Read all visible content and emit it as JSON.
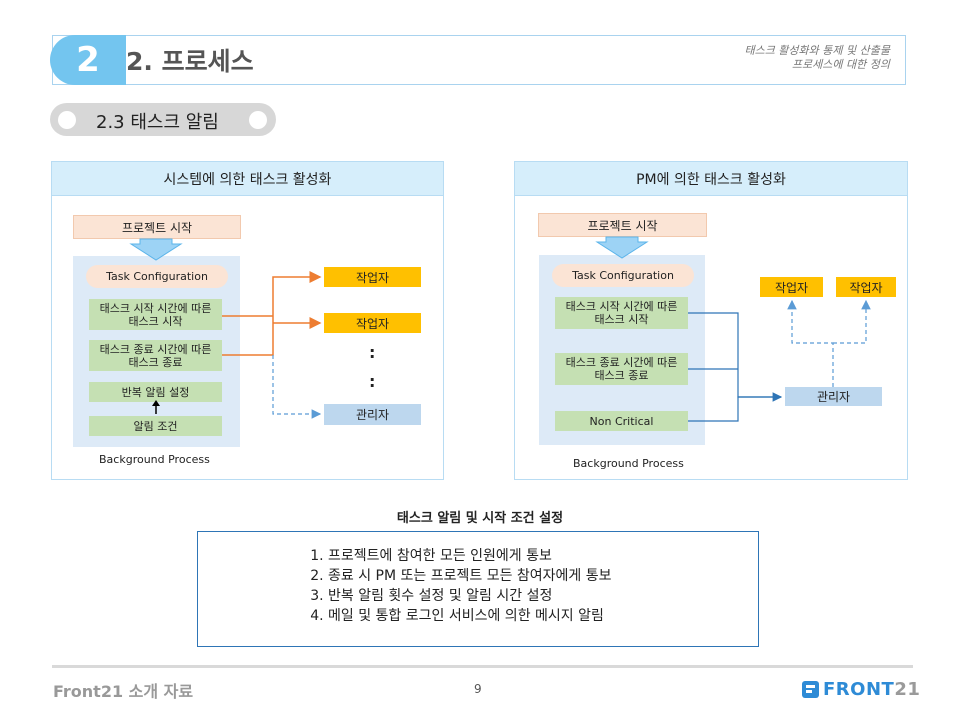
{
  "header": {
    "number": "2",
    "title": "2. 프로세스",
    "subtitle_line1": "태스크 활성화와 통제 및 산출물",
    "subtitle_line2": "프로세스에 대한 정의"
  },
  "section": {
    "label": "2.3 태스크 알림"
  },
  "left_panel": {
    "title": "시스템에 의한 태스크 활성화",
    "project_start": "프로젝트 시작",
    "task_config": "Task Configuration",
    "start_time_line1": "태스크 시작 시간에 따른",
    "start_time_line2": "태스크 시작",
    "end_time_line1": "태스크 종료 시간에 따른",
    "end_time_line2": "태스크 종료",
    "repeat": "반복 알림 설정",
    "condition": "알림 조건",
    "worker1": "작업자",
    "worker2": "작업자",
    "dots1": ":",
    "dots2": ":",
    "manager": "관리자",
    "bg_process": "Background Process"
  },
  "right_panel": {
    "title": "PM에 의한 태스크 활성화",
    "project_start": "프로젝트 시작",
    "task_config": "Task Configuration",
    "start_time_line1": "태스크 시작 시간에 따른",
    "start_time_line2": "태스크 시작",
    "end_time_line1": "태스크 종료 시간에 따른",
    "end_time_line2": "태스크 종료",
    "non_critical": "Non Critical",
    "worker1": "작업자",
    "worker2": "작업자",
    "manager": "관리자",
    "bg_process": "Background Process"
  },
  "conditions": {
    "title": "태스크 알림 및 시작 조건 설정",
    "items": [
      "프로젝트에 참여한 모든 인원에게 통보",
      "종료 시 PM 또는 프로젝트 모든 참여자에게 통보",
      "반복 알림 횟수 설정 및 알림 시간 설정",
      "메일 및 통합 로그인 서비스에 의한 메시지 알림"
    ]
  },
  "footer": {
    "left": "Front21 소개 자료",
    "page": "9",
    "logo_main": "FRONT",
    "logo_num": "21"
  },
  "colors": {
    "accent": "#73c5ef",
    "orange_arrow": "#ed7d31",
    "blue_arrow": "#2e75b6",
    "worker": "#ffc000",
    "manager": "#bdd7ee"
  }
}
